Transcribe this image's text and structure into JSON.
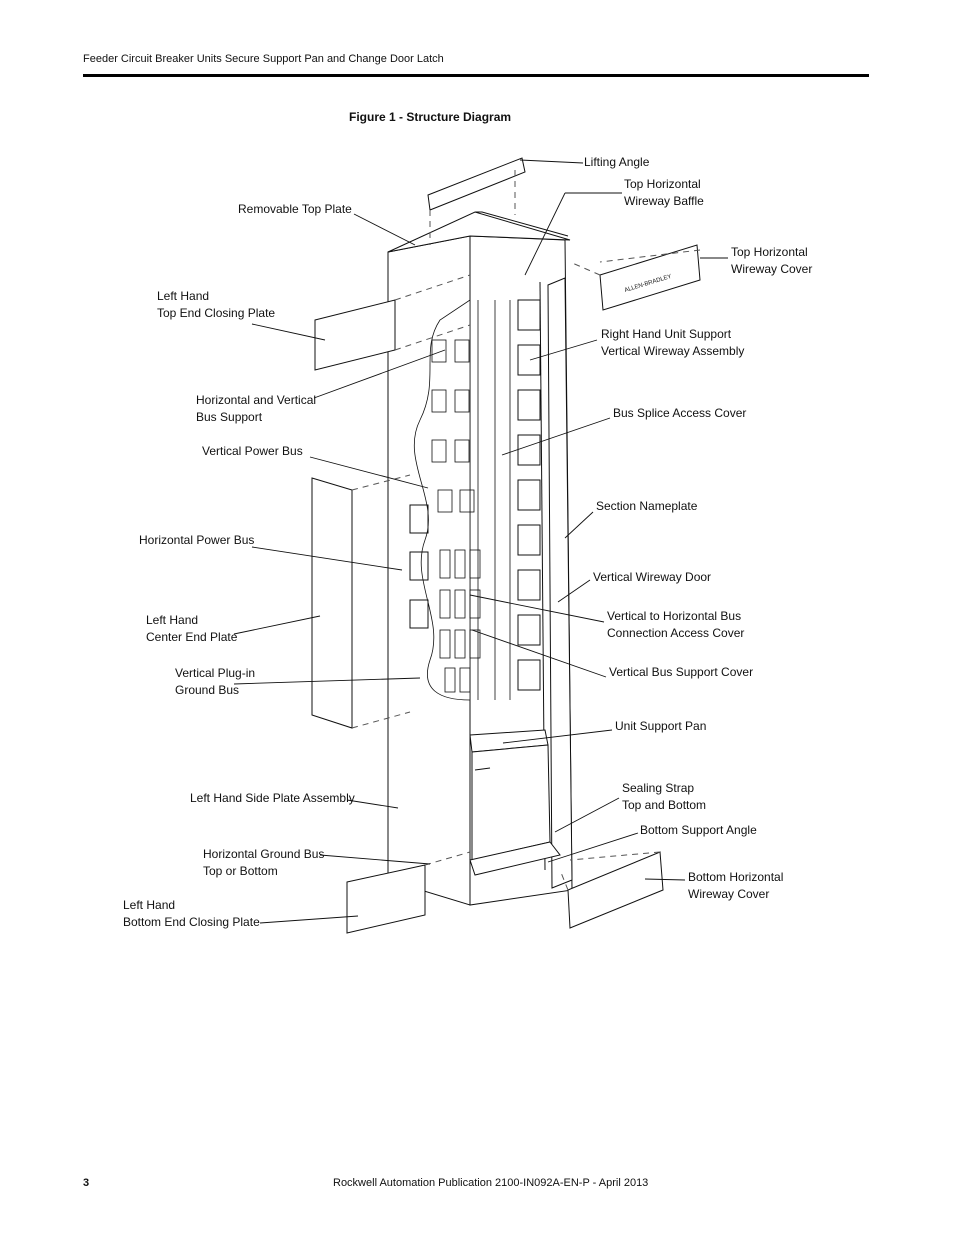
{
  "header": {
    "title": "Feeder Circuit Breaker Units Secure Support Pan and Change Door Latch"
  },
  "figure": {
    "title": "Figure 1 - Structure Diagram",
    "nameplate_logo_text": "ALLEN-BRADLEY",
    "callouts": {
      "lifting_angle": "Lifting Angle",
      "top_horizontal_wireway_baffle": "Top Horizontal\nWireway Baffle",
      "removable_top_plate": "Removable Top Plate",
      "top_horizontal_wireway_cover": "Top Horizontal\nWireway Cover",
      "left_hand_top_end_closing_plate": "Left Hand\nTop End Closing Plate",
      "right_hand_unit_support": "Right Hand Unit Support\nVertical Wireway Assembly",
      "horizontal_vertical_bus_support": "Horizontal and Vertical\nBus Support",
      "bus_splice_access_cover": "Bus Splice Access Cover",
      "vertical_power_bus": "Vertical Power Bus",
      "section_nameplate": "Section Nameplate",
      "horizontal_power_bus": "Horizontal Power Bus",
      "vertical_wireway_door": "Vertical Wireway Door",
      "left_hand_center_end_plate": "Left Hand\nCenter End Plate",
      "vertical_to_horizontal_bus": "Vertical to Horizontal Bus\nConnection Access Cover",
      "vertical_plugin_ground_bus": "Vertical Plug-in\nGround Bus",
      "vertical_bus_support_cover": "Vertical Bus Support Cover",
      "unit_support_pan": "Unit Support Pan",
      "left_hand_side_plate_assembly": "Left Hand Side Plate Assembly",
      "sealing_strap": "Sealing Strap\nTop and Bottom",
      "bottom_support_angle": "Bottom Support Angle",
      "horizontal_ground_bus": "Horizontal Ground Bus\nTop or Bottom",
      "bottom_horizontal_wireway_cover": "Bottom Horizontal\nWireway Cover",
      "left_hand_bottom_end_closing_plate": "Left Hand\nBottom End Closing Plate"
    }
  },
  "footer": {
    "page_number": "3",
    "publication": "Rockwell Automation Publication 2100-IN092A-EN-P - April 2013"
  }
}
